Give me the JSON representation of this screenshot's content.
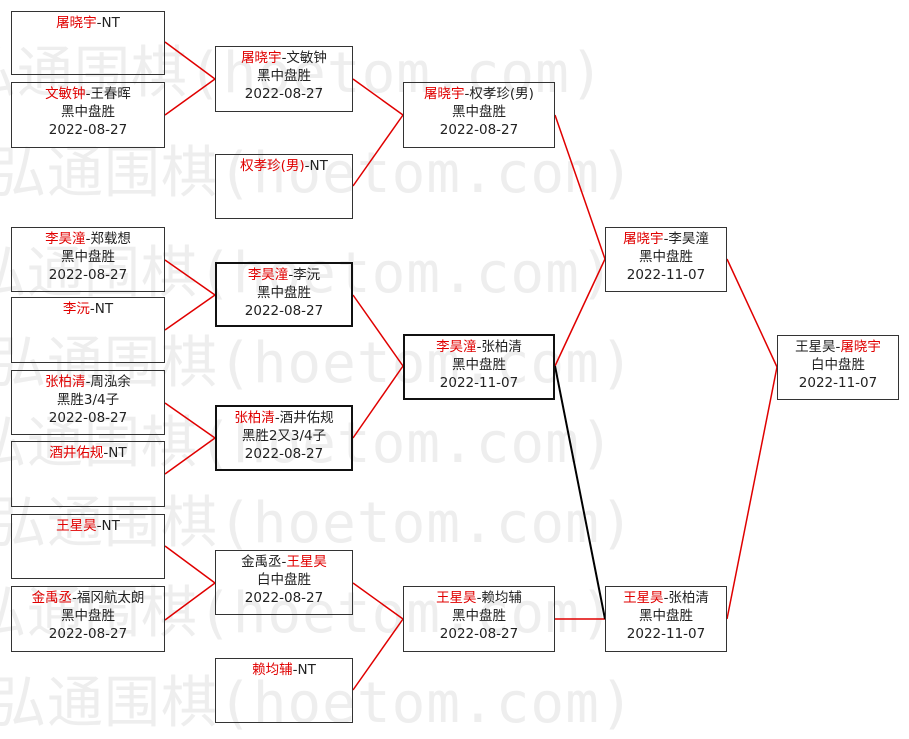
{
  "watermark": "弘通围棋(hoetom.com)",
  "colors": {
    "winner": "#e00000",
    "link_red": "#e00000",
    "link_black": "#000000"
  },
  "round1": [
    {
      "winner": "屠晓宇",
      "rest": "-NT",
      "line2": "",
      "date": ""
    },
    {
      "winner": "文敏钟",
      "rest": "-王春晖",
      "line2": "黑中盘胜",
      "date": "2022-08-27"
    },
    {
      "winner": "李昊潼",
      "rest": "-郑载想",
      "line2": "黑中盘胜",
      "date": "2022-08-27"
    },
    {
      "winner": "李沅",
      "rest": "-NT",
      "line2": "",
      "date": ""
    },
    {
      "winner": "张柏清",
      "rest": "-周泓余",
      "line2": "黑胜3/4子",
      "date": "2022-08-27"
    },
    {
      "winner": "酒井佑规",
      "rest": "-NT",
      "line2": "",
      "date": ""
    },
    {
      "winner": "王星昊",
      "rest": "-NT",
      "line2": "",
      "date": ""
    },
    {
      "winner": "金禹丞",
      "rest": "-福冈航太朗",
      "line2": "黑中盘胜",
      "date": "2022-08-27"
    }
  ],
  "round2": [
    {
      "pre": "",
      "winner": "屠晓宇",
      "rest": "-文敏钟",
      "line2": "黑中盘胜",
      "date": "2022-08-27"
    },
    {
      "pre": "",
      "winner": "权孝珍(男)",
      "rest": "-NT",
      "line2": "",
      "date": ""
    },
    {
      "pre": "",
      "winner": "李昊潼",
      "rest": "-李沅",
      "line2": "黑中盘胜",
      "date": "2022-08-27"
    },
    {
      "pre": "",
      "winner": "张柏清",
      "rest": "-酒井佑规",
      "line2": "黑胜2又3/4子",
      "date": "2022-08-27"
    },
    {
      "pre": "金禹丞-",
      "winner": "王星昊",
      "rest": "",
      "line2": "白中盘胜",
      "date": "2022-08-27"
    },
    {
      "pre": "",
      "winner": "赖均辅",
      "rest": "-NT",
      "line2": "",
      "date": ""
    }
  ],
  "round3": [
    {
      "pre": "",
      "winner": "屠晓宇",
      "rest": "-权孝珍(男)",
      "line2": "黑中盘胜",
      "date": "2022-08-27"
    },
    {
      "pre": "",
      "winner": "李昊潼",
      "rest": "-张柏清",
      "line2": "黑中盘胜",
      "date": "2022-11-07"
    },
    {
      "pre": "",
      "winner": "王星昊",
      "rest": "-赖均辅",
      "line2": "黑中盘胜",
      "date": "2022-08-27"
    }
  ],
  "round4": [
    {
      "pre": "",
      "winner": "屠晓宇",
      "rest": "-李昊潼",
      "line2": "黑中盘胜",
      "date": "2022-11-07"
    },
    {
      "pre": "",
      "winner": "王星昊",
      "rest": "-张柏清",
      "line2": "黑中盘胜",
      "date": "2022-11-07"
    }
  ],
  "final": {
    "pre": "王星昊-",
    "winner": "屠晓宇",
    "rest": "",
    "line2": "白中盘胜",
    "date": "2022-11-07"
  }
}
